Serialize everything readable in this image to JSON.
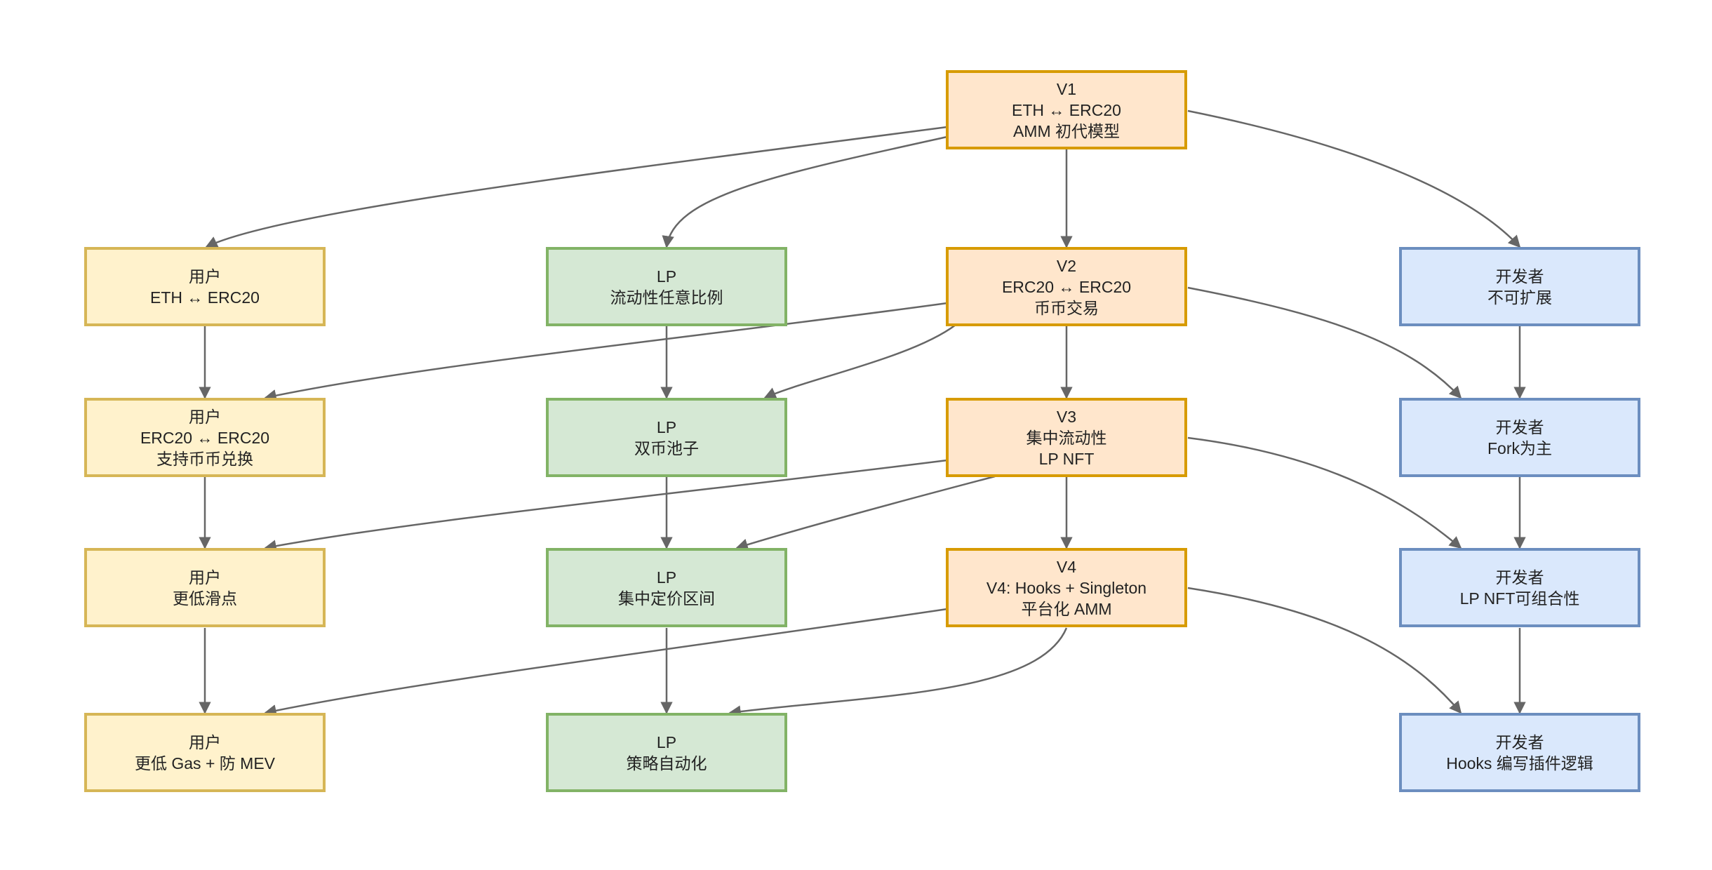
{
  "colors": {
    "user_fill": "#fff2cc",
    "user_stroke": "#d6b656",
    "lp_fill": "#d5e8d4",
    "lp_stroke": "#82b366",
    "version_fill": "#ffe6cc",
    "version_stroke": "#d79b00",
    "dev_fill": "#dae8fc",
    "dev_stroke": "#6c8ebf",
    "edge": "#666666"
  },
  "nodes": {
    "v1": {
      "lines": [
        "V1",
        "ETH ↔ ERC20",
        "AMM 初代模型"
      ]
    },
    "v2": {
      "lines": [
        "V2",
        "ERC20 ↔ ERC20",
        "币币交易"
      ]
    },
    "v3": {
      "lines": [
        "V3",
        "集中流动性",
        "LP NFT"
      ]
    },
    "v4": {
      "lines": [
        "V4",
        "V4: Hooks + Singleton",
        "平台化 AMM"
      ]
    },
    "user1": {
      "lines": [
        "用户",
        "ETH ↔ ERC20"
      ]
    },
    "user2": {
      "lines": [
        "用户",
        "ERC20 ↔ ERC20",
        "支持币币兑换"
      ]
    },
    "user3": {
      "lines": [
        "用户",
        "更低滑点"
      ]
    },
    "user4": {
      "lines": [
        "用户",
        "更低 Gas + 防 MEV"
      ]
    },
    "lp1": {
      "lines": [
        "LP",
        "流动性任意比例"
      ]
    },
    "lp2": {
      "lines": [
        "LP",
        "双币池子"
      ]
    },
    "lp3": {
      "lines": [
        "LP",
        "集中定价区间"
      ]
    },
    "lp4": {
      "lines": [
        "LP",
        "策略自动化"
      ]
    },
    "dev1": {
      "lines": [
        "开发者",
        "不可扩展"
      ]
    },
    "dev2": {
      "lines": [
        "开发者",
        "Fork为主"
      ]
    },
    "dev3": {
      "lines": [
        "开发者",
        "LP NFT可组合性"
      ]
    },
    "dev4": {
      "lines": [
        "开发者",
        "Hooks 编写插件逻辑"
      ]
    }
  }
}
